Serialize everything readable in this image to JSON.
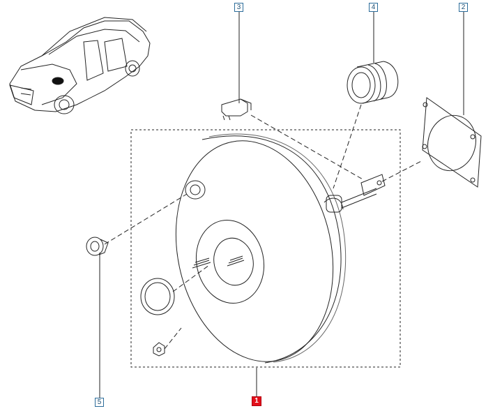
{
  "callouts": [
    {
      "id": "c1",
      "label": "1",
      "highlight": true
    },
    {
      "id": "c2",
      "label": "2",
      "highlight": false
    },
    {
      "id": "c3",
      "label": "3",
      "highlight": false
    },
    {
      "id": "c4",
      "label": "4",
      "highlight": false
    },
    {
      "id": "c5",
      "label": "5",
      "highlight": false
    }
  ],
  "colors": {
    "line": "#222222",
    "callout_border": "#2b6c9a",
    "highlight": "#e3101b"
  }
}
